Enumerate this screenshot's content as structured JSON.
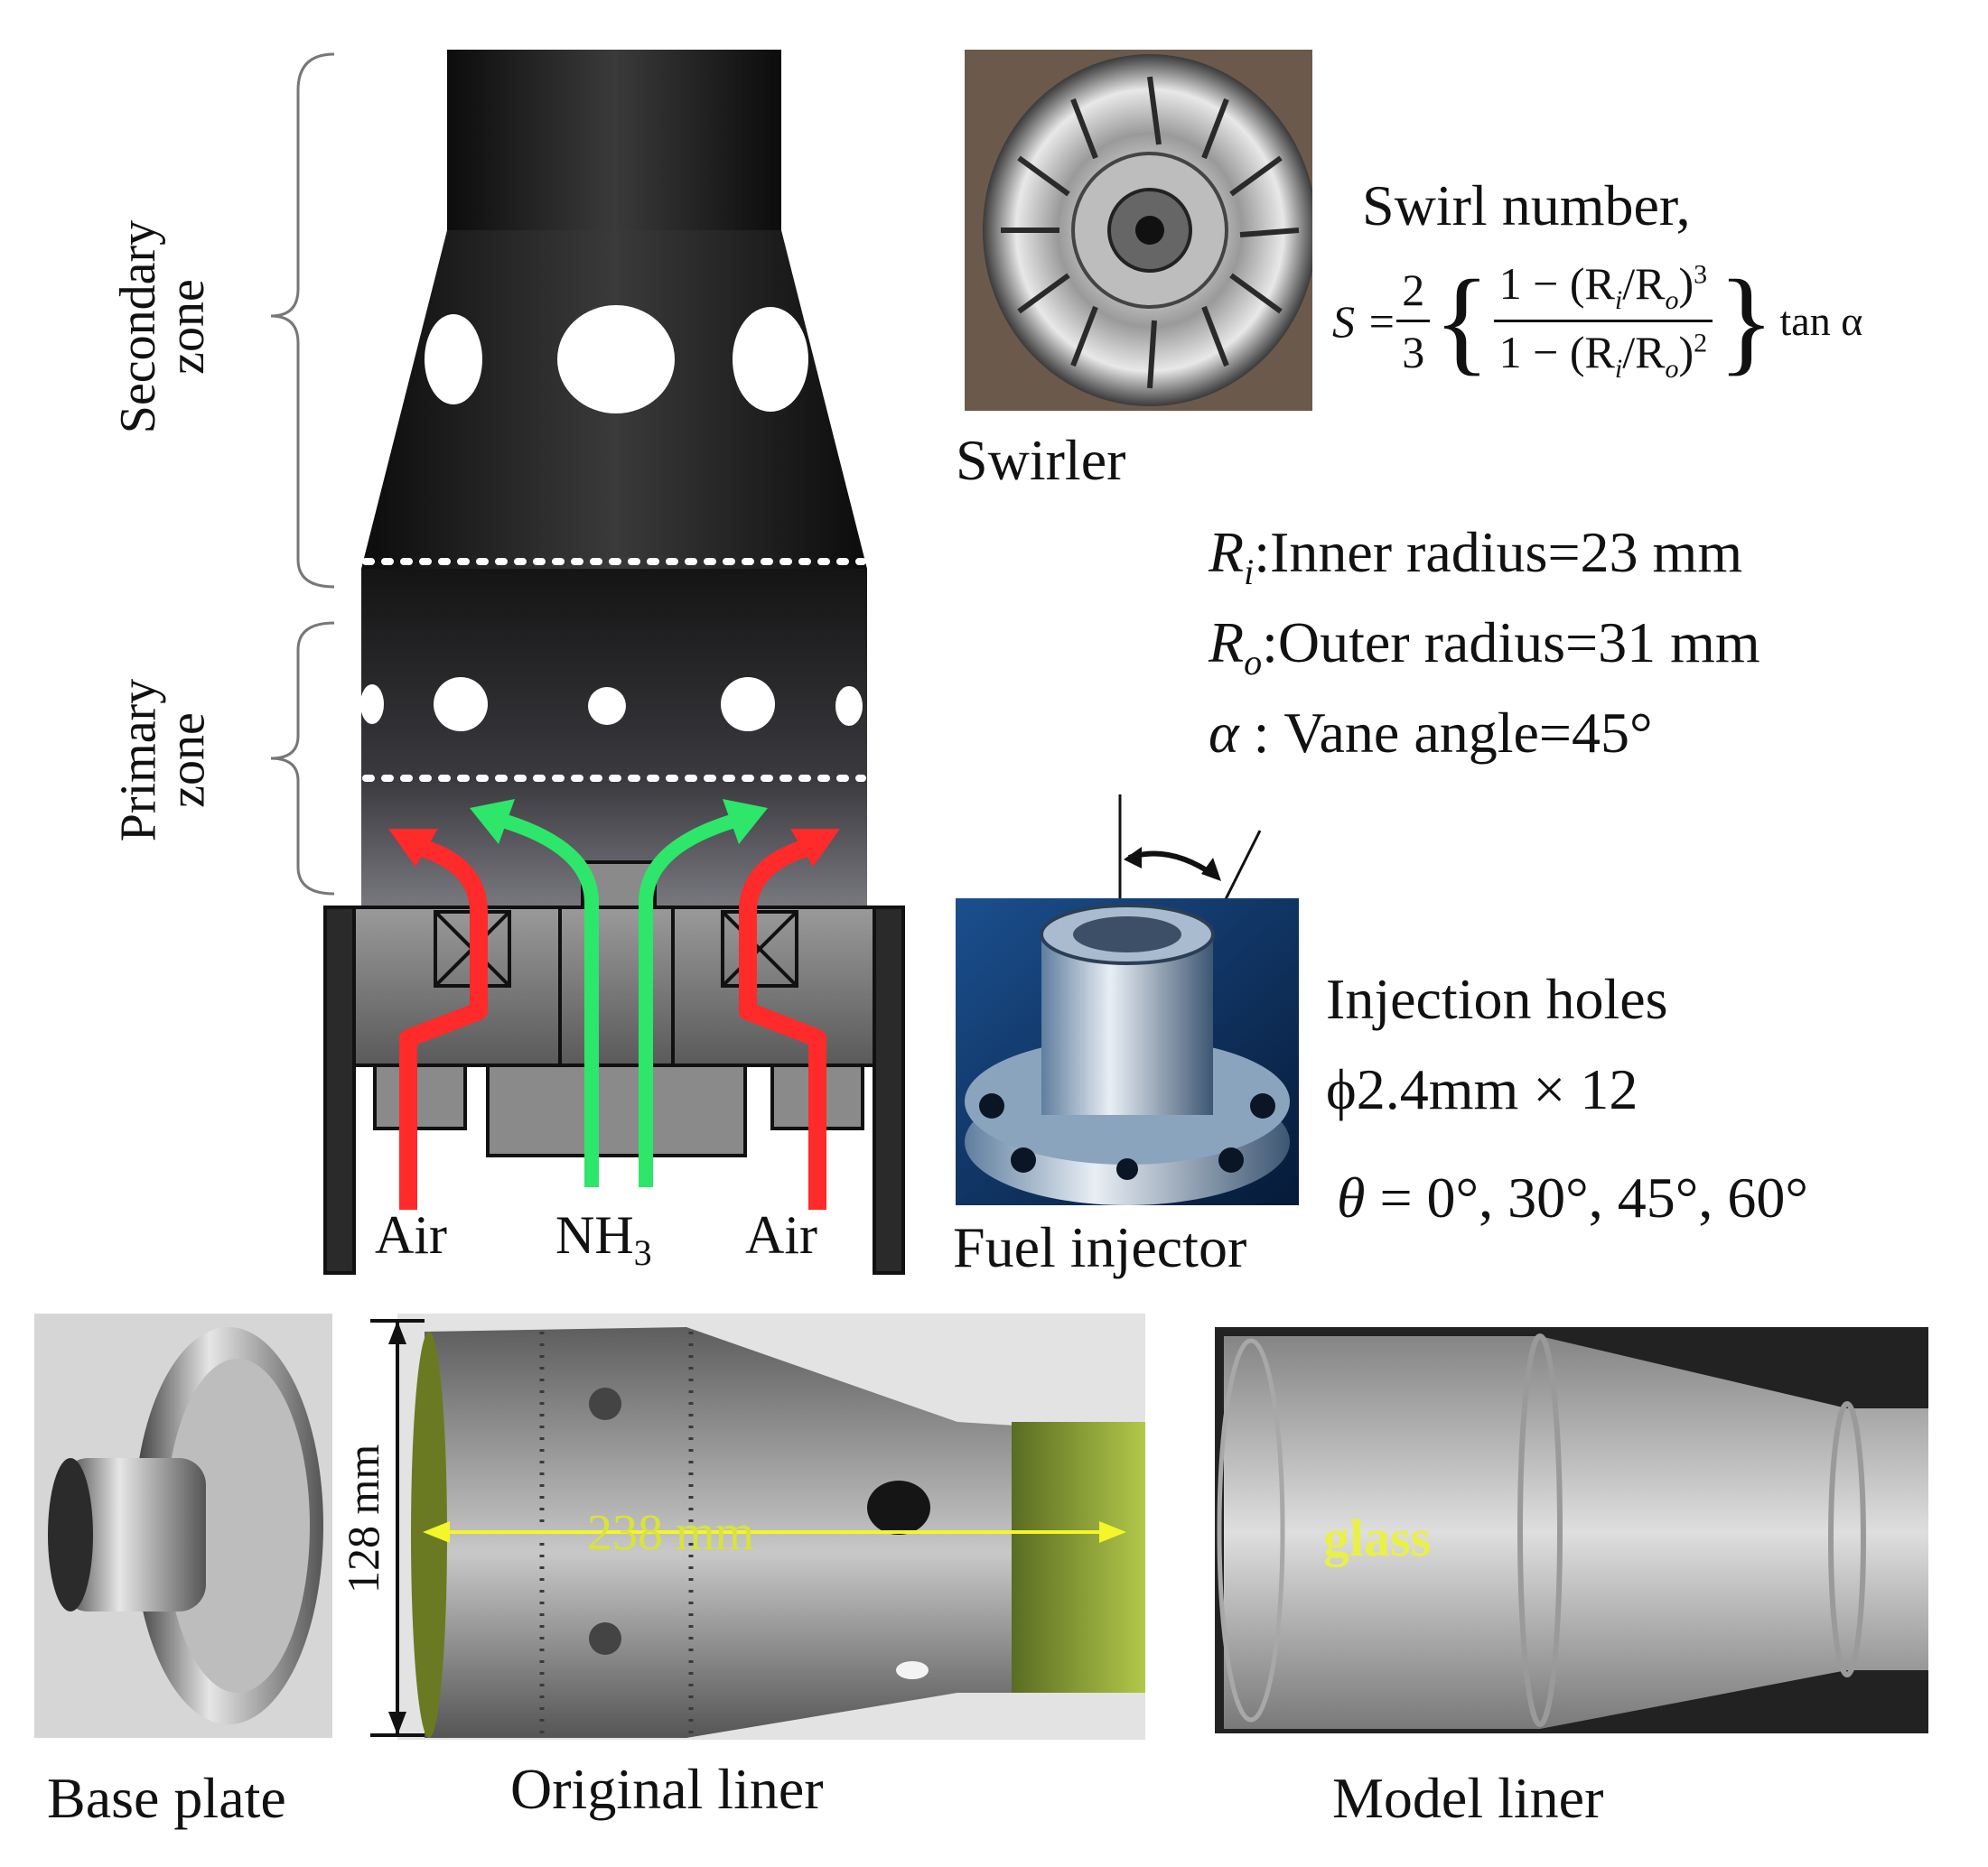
{
  "combustor": {
    "secondary_zone_label": [
      "Secondary",
      "zone"
    ],
    "primary_zone_label": [
      "Primary",
      "zone"
    ],
    "inlet_air_left": "Air",
    "inlet_nh3": "NH",
    "inlet_nh3_sub": "3",
    "inlet_air_right": "Air"
  },
  "swirler": {
    "caption": "Swirler",
    "swirl_title": "Swirl number,",
    "formula": {
      "lhs": "S = ",
      "coef_num": "2",
      "coef_den": "3",
      "num": "1 − (R",
      "num_sub": "i",
      "num_mid": "/R",
      "num_sub2": "o",
      "num_pow": ")3",
      "den": "1 − (R",
      "den_sub": "i",
      "den_mid": "/R",
      "den_sub2": "o",
      "den_pow": ")2",
      "trail": "tan α"
    },
    "params": [
      {
        "sym": "R",
        "sub": "i",
        "text": ":Inner radius=23 mm"
      },
      {
        "sym": "R",
        "sub": "o",
        "text": ":Outer radius=31 mm"
      },
      {
        "sym": "α",
        "sub": "",
        "text": " :  Vane angle=45°"
      }
    ]
  },
  "injector": {
    "caption": "Fuel injector",
    "line1": "Injection holes",
    "line2": "ϕ2.4mm × 12",
    "line3_sym": "θ",
    "line3": " = 0°, 30°, 45°, 60°"
  },
  "bottom": {
    "base_plate_caption": "Base plate",
    "original_liner_caption": "Original liner",
    "model_liner_caption": "Model liner",
    "height_dim": "128 mm",
    "length_dim": "238 mm",
    "glass_label": "glass"
  },
  "colors": {
    "air_arrow": "#ff2a2a",
    "nh3_arrow": "#2ee66a",
    "dim_yellow": "#f4f52a"
  }
}
